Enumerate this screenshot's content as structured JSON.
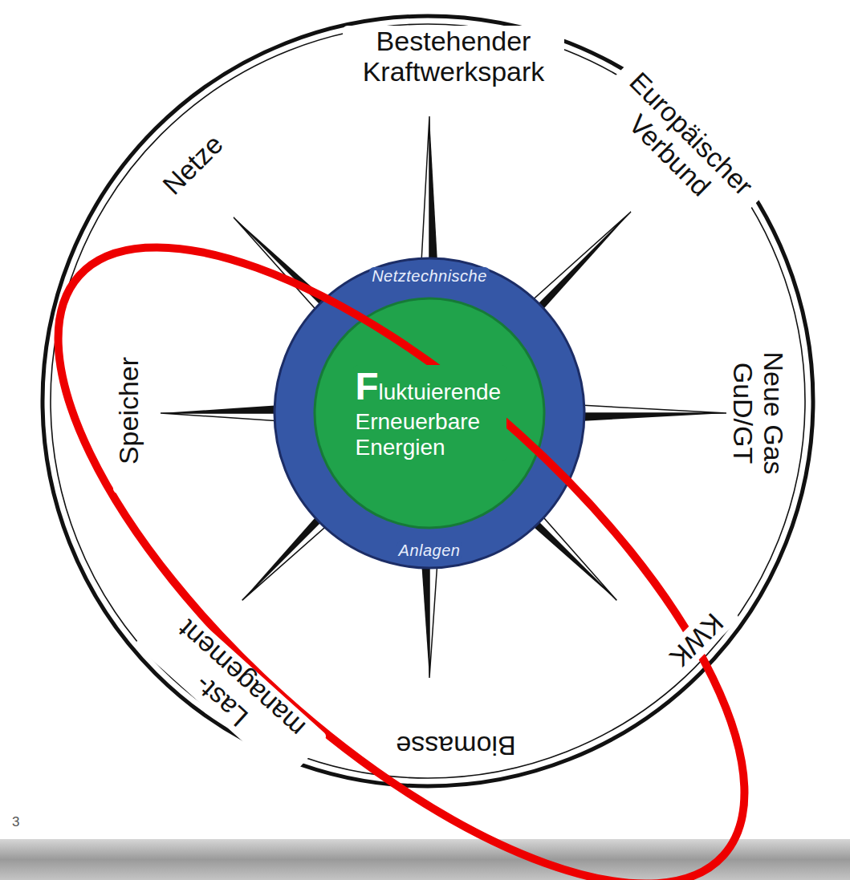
{
  "diagram": {
    "nodes": [
      {
        "text": [
          "Netztechnische",
          "Anlagen"
        ]
      },
      {
        "text": [
          "Fluktuierende Erneuerbare Energien"
        ],
        "in": 0
      }
    ],
    "labels": [
      "Bestehender Kraftwerkspark",
      "Europäischer Verbund",
      "Neue Gas GuD/GT",
      "KWK",
      "Biomasse",
      "Last- management",
      "Speicher",
      "Netze",
      "3"
    ]
  }
}
